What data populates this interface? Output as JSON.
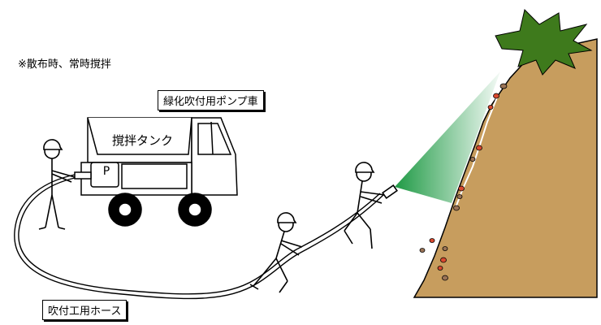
{
  "note": "※散布時、常時撹拌",
  "labels": {
    "truck": "緑化吹付用ポンプ車",
    "tank": "撹拌タンク",
    "pump": "P",
    "hose": "吹付工用ホース"
  },
  "colors": {
    "slope": "#c79d5e",
    "spray": "#1f9a45",
    "tree": "#3e7a1c",
    "rock_red": "#d9492f",
    "rock_brown": "#9a7356",
    "outline": "#000000"
  },
  "icons": [
    "helmet-icon",
    "pump-icon",
    "truck-icon",
    "tree-icon"
  ]
}
